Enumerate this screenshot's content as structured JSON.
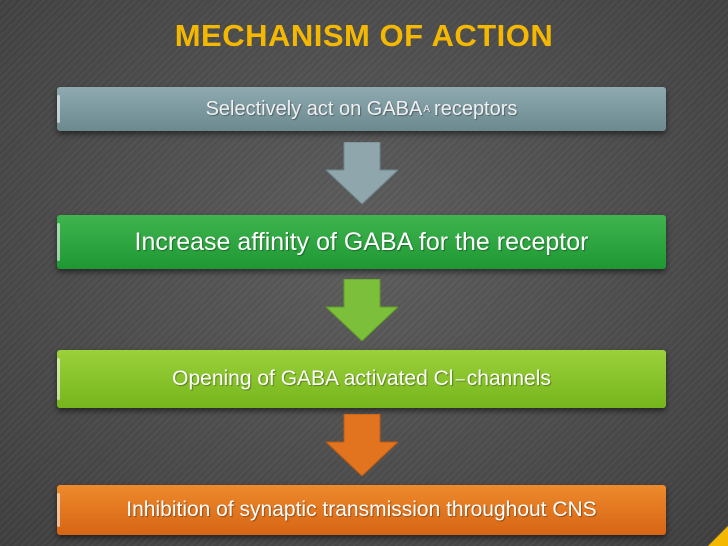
{
  "title": "MECHANISM OF ACTION",
  "steps": [
    {
      "text": "Selectively act on GABA",
      "sub": "A",
      "after": "receptors",
      "color": "#7d99a0"
    },
    {
      "text": "Increase affinity of GABA for the receptor",
      "color": "#2aa63f"
    },
    {
      "text": "Opening of GABA activated Cl",
      "sup": "–",
      "after": "channels",
      "color": "#86c22a"
    },
    {
      "text": "Inhibition of synaptic transmission throughout CNS",
      "color": "#e27420"
    }
  ],
  "arrows": [
    {
      "color": "#8fa6ad"
    },
    {
      "color": "#7bbf3a"
    },
    {
      "color": "#e27420"
    }
  ],
  "colors": {
    "title": "#f5b800",
    "background": "#4a4a4a"
  }
}
